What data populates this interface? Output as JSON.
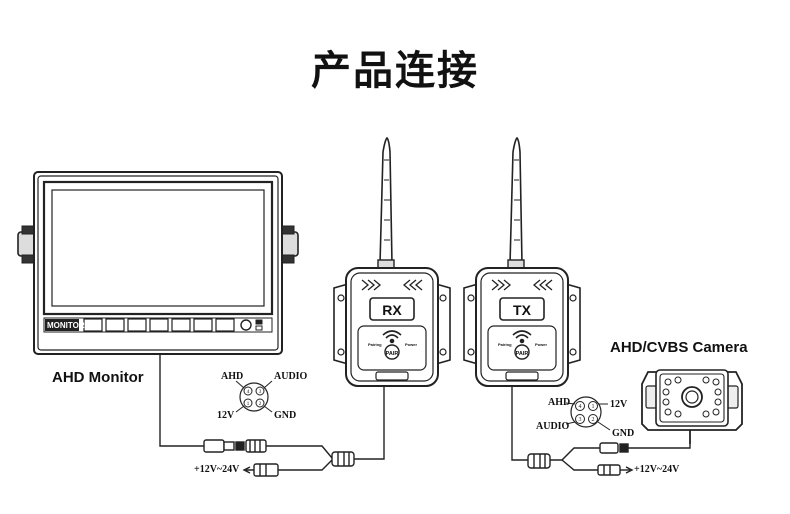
{
  "title": "产品连接",
  "monitor": {
    "label": "AHD Monitor",
    "brand": "MONITOR"
  },
  "rx": {
    "label": "RX",
    "pair": "PAIR",
    "left_led": "Pairing",
    "right_led": "Power"
  },
  "tx": {
    "label": "TX",
    "pair": "PAIR",
    "left_led": "Pairing",
    "right_led": "Power"
  },
  "camera": {
    "label": "AHD/CVBS Camera"
  },
  "pins_left": {
    "ahd": "AHD",
    "audio": "AUDIO",
    "v12": "12V",
    "gnd": "GND",
    "p1": "1",
    "p2": "2",
    "p3": "3",
    "p4": "4"
  },
  "pins_right": {
    "ahd": "AHD",
    "audio": "AUDIO",
    "v12": "12V",
    "gnd": "GND",
    "p1": "1",
    "p2": "2",
    "p3": "3",
    "p4": "4"
  },
  "power_left": "+12V~24V",
  "power_right": "+12V~24V",
  "colors": {
    "line": "#222222",
    "fill_dark": "#1a1a1a",
    "fill_light": "#f2f2f2"
  }
}
